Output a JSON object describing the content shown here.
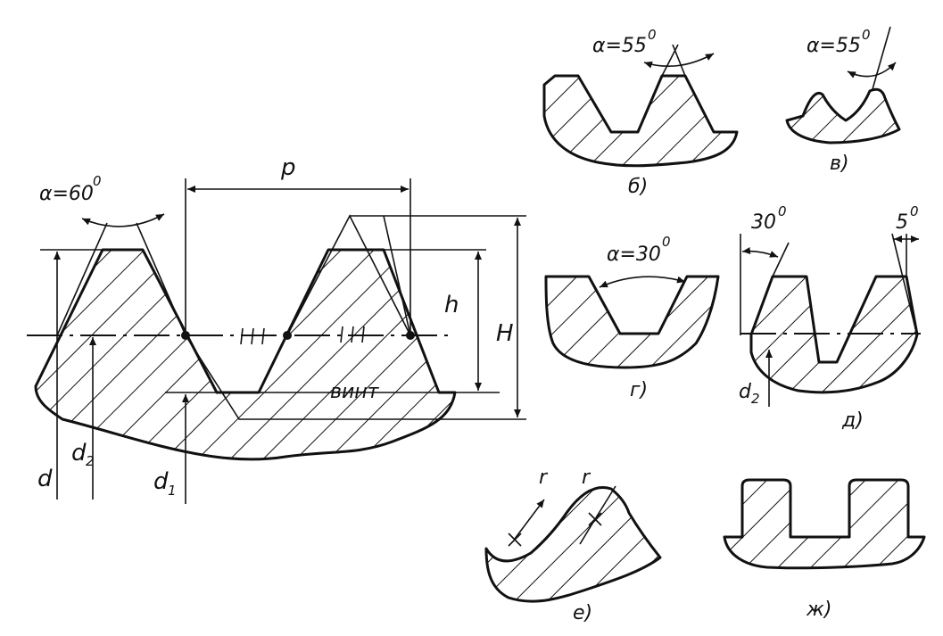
{
  "main": {
    "alpha60": "α=60",
    "alpha55_b": "α=55",
    "alpha55_v": "α=55",
    "alpha30": "α=30",
    "deg_sup": "0",
    "pitch": "p",
    "h": "h",
    "H": "H",
    "screw": "винт",
    "d": "d",
    "d2": "d",
    "d2_sub": "2",
    "d1": "d",
    "d1_sub": "1"
  },
  "panels": {
    "b": "б)",
    "v": "в)",
    "g": "г)",
    "d": "д)",
    "e": "е)",
    "zh": "ж)"
  },
  "panel_d": {
    "angle30": "30",
    "angle5": "5",
    "d2": "d",
    "d2_sub": "2"
  },
  "panel_e": {
    "r1": "r",
    "r2": "r"
  }
}
